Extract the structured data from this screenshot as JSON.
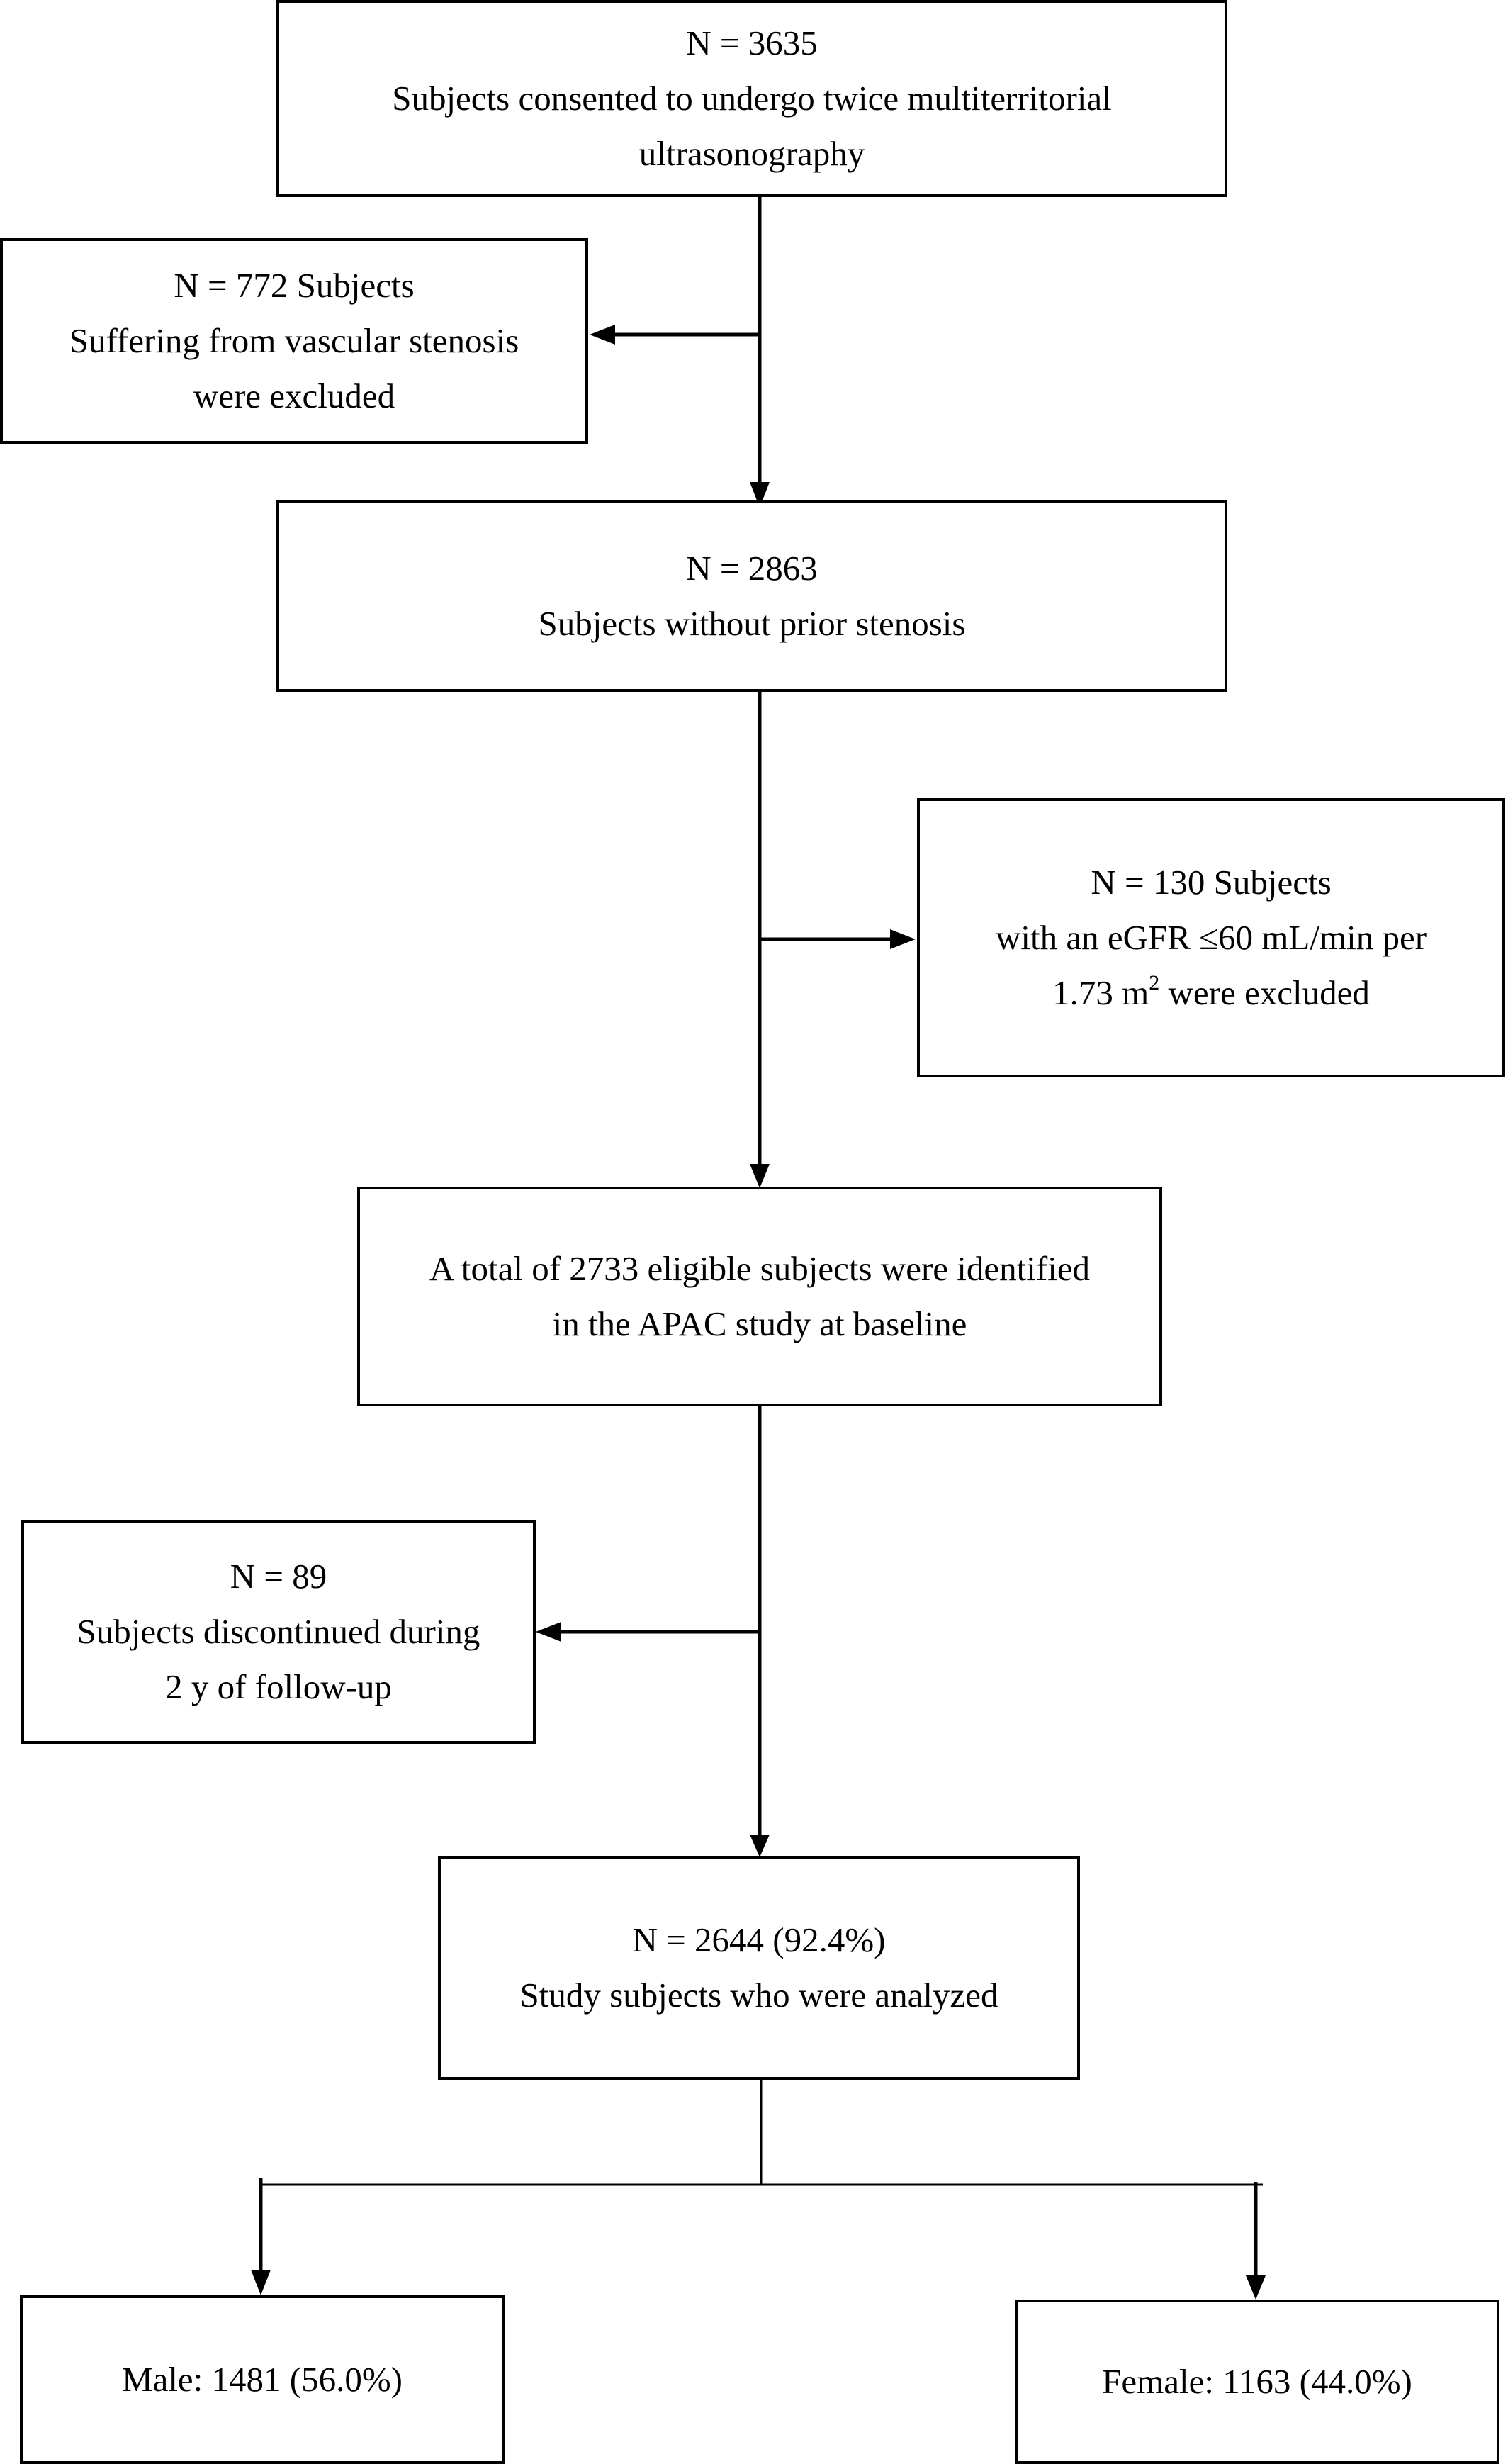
{
  "boxes": {
    "screened": {
      "lines": [
        "N = 3635",
        "Subjects consented to undergo twice multiterritorial",
        "ultrasonography"
      ]
    },
    "excluded_stenosis": {
      "lines": [
        "N = 772 Subjects",
        "Suffering from vascular stenosis",
        "were excluded"
      ]
    },
    "no_stenosis": {
      "lines": [
        "N = 2863",
        "Subjects without prior stenosis"
      ]
    },
    "excluded_egfr": {
      "line1": "N = 130 Subjects",
      "line2": "with an eGFR ≤60 mL/min per",
      "line3_pre": "1.73 m",
      "line3_sup": "2",
      "line3_post": " were excluded"
    },
    "eligible": {
      "lines": [
        "A total of 2733 eligible subjects were identified",
        "in the APAC study at baseline"
      ]
    },
    "discontinued": {
      "lines": [
        "N = 89",
        "Subjects discontinued during",
        "2 y of follow-up"
      ]
    },
    "analyzed": {
      "lines": [
        "N = 2644 (92.4%)",
        "Study subjects who were analyzed"
      ]
    },
    "male": {
      "lines": [
        "Male: 1481 (56.0%)"
      ]
    },
    "female": {
      "lines": [
        "Female: 1163 (44.0%)"
      ]
    }
  }
}
